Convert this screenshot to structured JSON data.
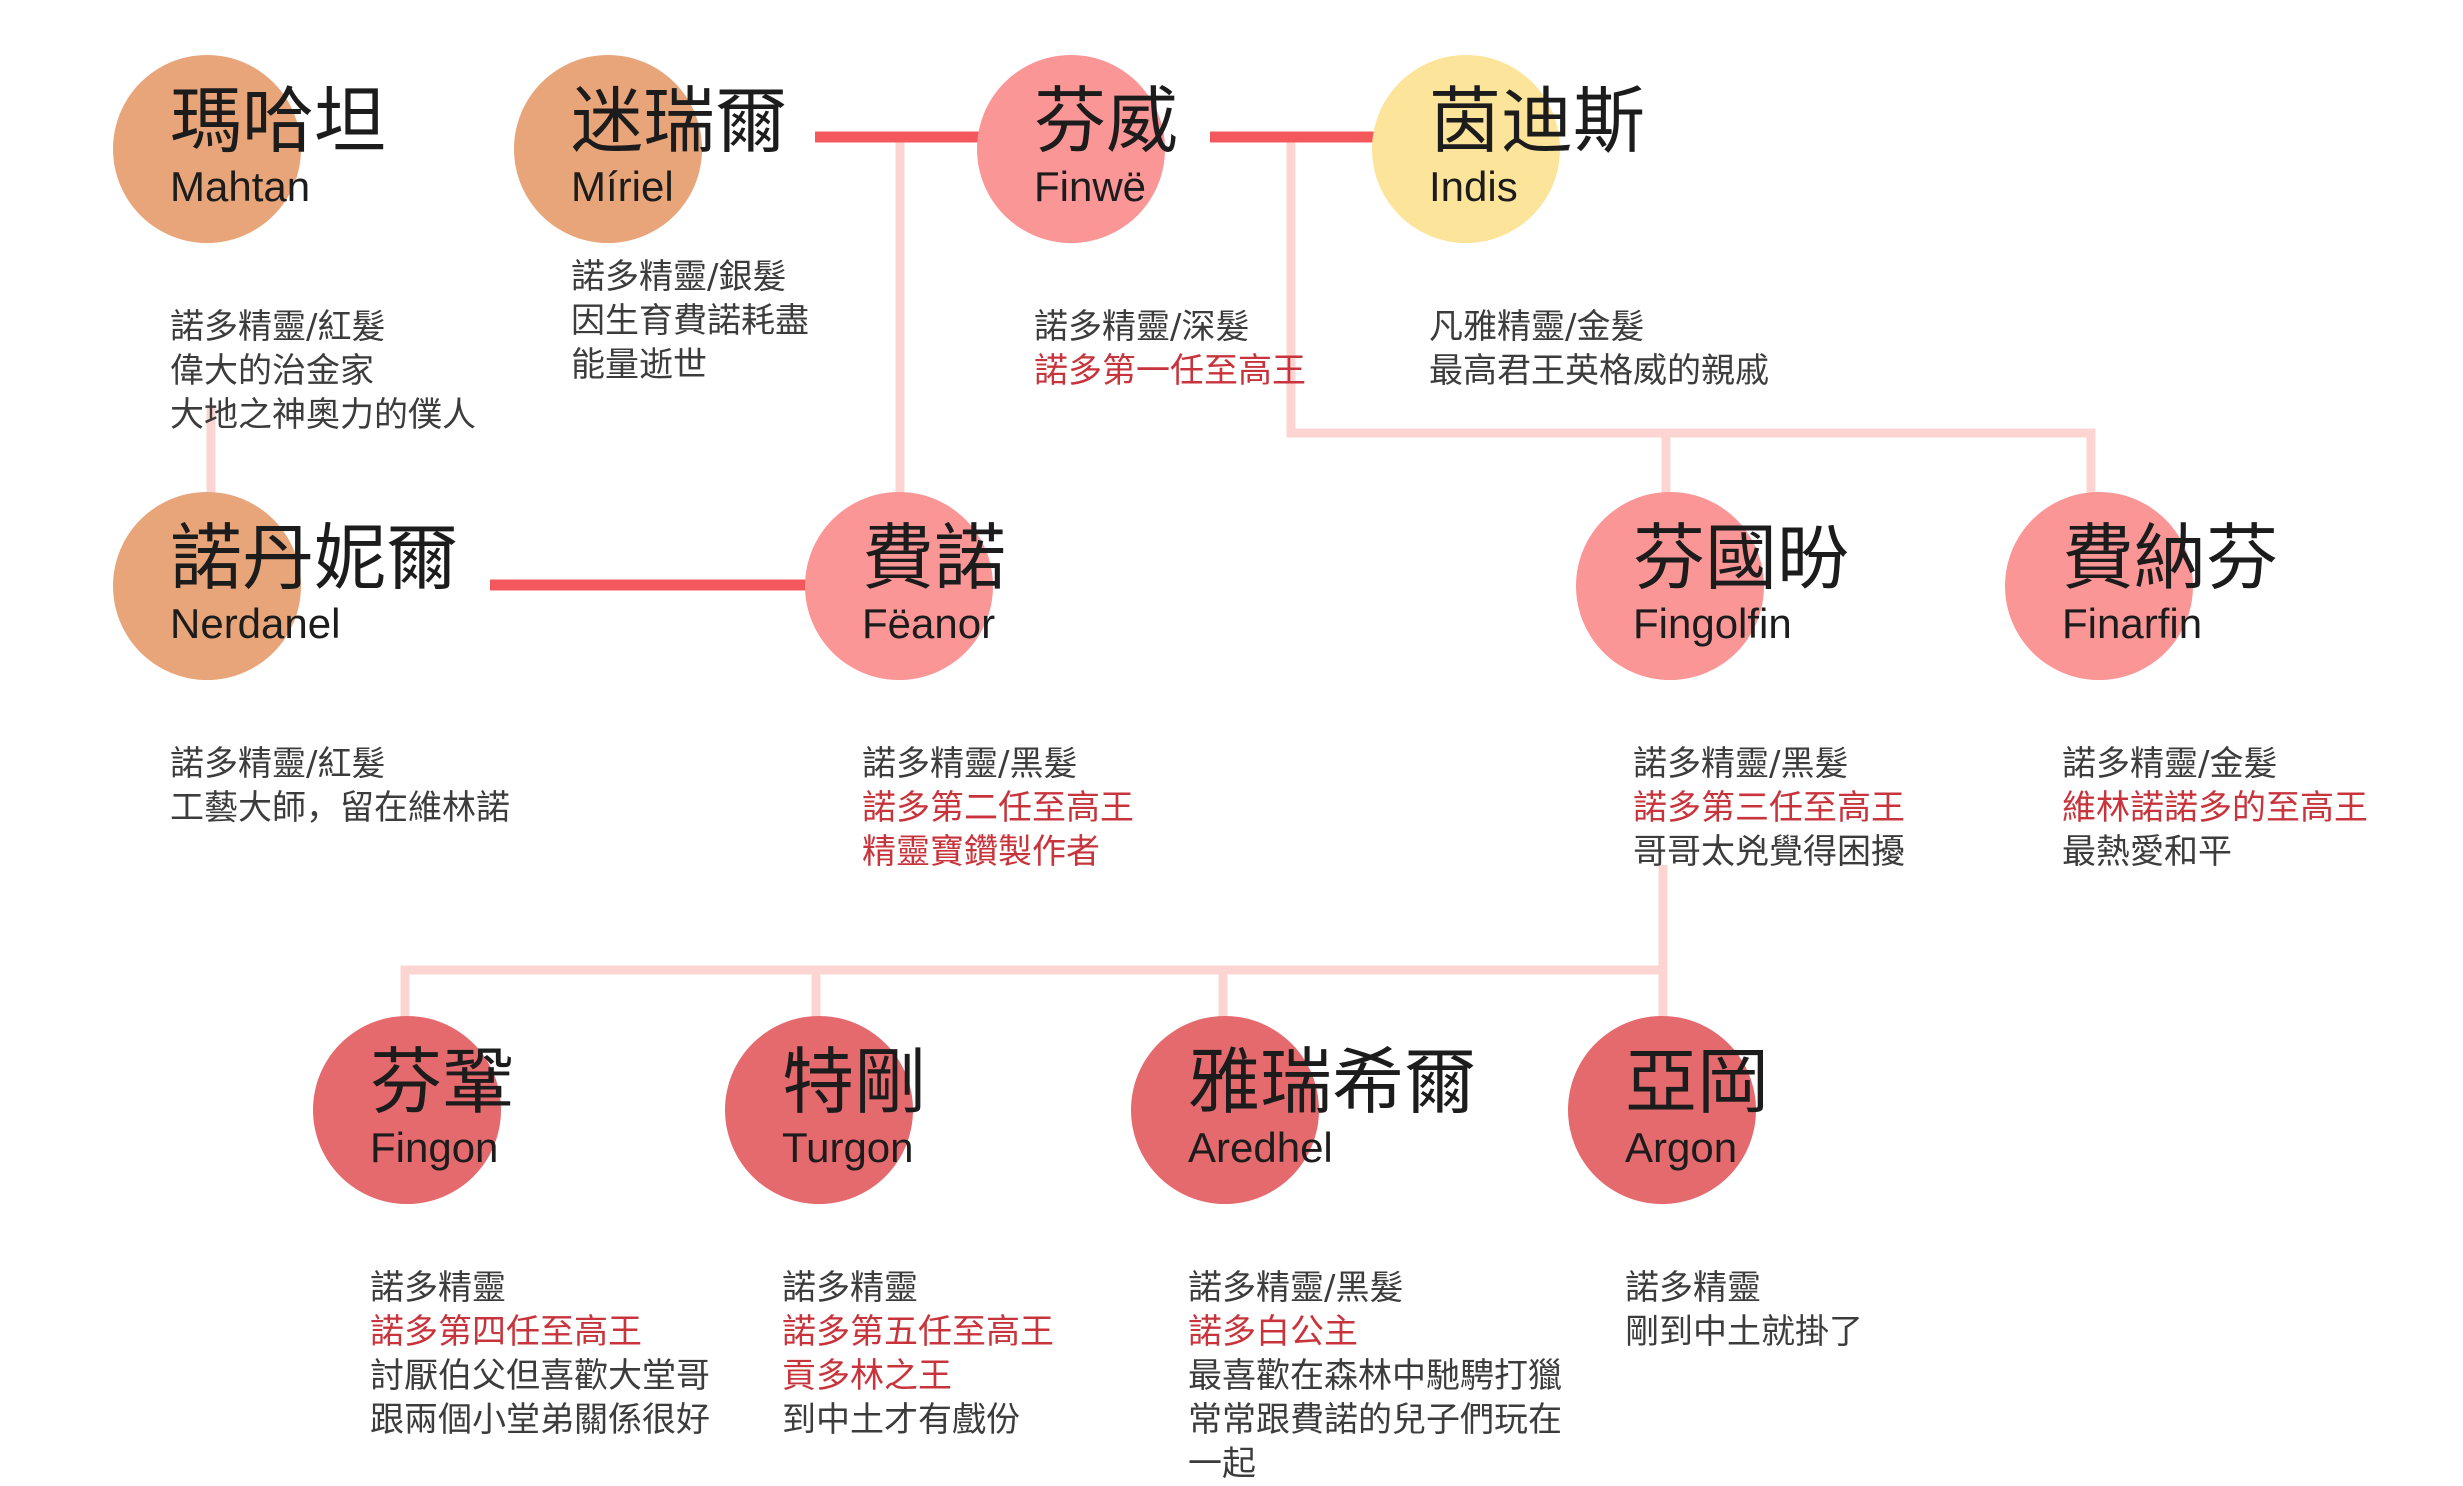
{
  "colors": {
    "marriage_line": "#f4585c",
    "descent_line": "#fcd5d2",
    "circle_mahtan": "#e8a57a",
    "circle_miriel": "#e8a57a",
    "circle_finwe": "#fb9697",
    "circle_indis": "#fde49b",
    "circle_nerdanel": "#e8a57a",
    "circle_feanor": "#fb9697",
    "circle_fingolfin": "#fb9697",
    "circle_finarfin": "#fb9697",
    "circle_children": "#e56a6e",
    "highlight_text": "#c8343c",
    "body_text": "#3c3c3c"
  },
  "people": {
    "mahtan": {
      "name_cn": "瑪哈坦",
      "name_en": "Mahtan",
      "desc": [
        "諾多精靈/紅髮",
        "偉大的治金家",
        "大地之神奧力的僕人"
      ]
    },
    "miriel": {
      "name_cn": "迷瑞爾",
      "name_en": "Míriel",
      "desc": [
        "諾多精靈/銀髮",
        "因生育費諾耗盡",
        "能量逝世"
      ]
    },
    "finwe": {
      "name_cn": "芬威",
      "name_en": "Finwë",
      "desc": [
        "諾多精靈/深髮",
        "諾多第一任至高王"
      ]
    },
    "indis": {
      "name_cn": "茵迪斯",
      "name_en": "Indis",
      "desc": [
        "凡雅精靈/金髮",
        "最高君王英格威的親戚"
      ]
    },
    "nerdanel": {
      "name_cn": "諾丹妮爾",
      "name_en": "Nerdanel",
      "desc": [
        "諾多精靈/紅髮",
        "工藝大師，留在維林諾"
      ]
    },
    "feanor": {
      "name_cn": "費諾",
      "name_en": "Fëanor",
      "desc": [
        "諾多精靈/黑髮",
        "諾多第二任至高王",
        "精靈寶鑽製作者"
      ]
    },
    "fingolfin": {
      "name_cn": "芬國昐",
      "name_en": "Fingolfin",
      "desc": [
        "諾多精靈/黑髮",
        "諾多第三任至高王",
        "哥哥太兇覺得困擾"
      ]
    },
    "finarfin": {
      "name_cn": "費納芬",
      "name_en": "Finarfin",
      "desc": [
        "諾多精靈/金髮",
        "維林諾諾多的至高王",
        "最熱愛和平"
      ]
    },
    "fingon": {
      "name_cn": "芬鞏",
      "name_en": "Fingon",
      "desc": [
        "諾多精靈",
        "諾多第四任至高王",
        "討厭伯父但喜歡大堂哥",
        "跟兩個小堂弟關係很好"
      ]
    },
    "turgon": {
      "name_cn": "特剛",
      "name_en": "Turgon",
      "desc": [
        "諾多精靈",
        "諾多第五任至高王",
        "貢多林之王",
        "到中土才有戲份"
      ]
    },
    "aredhel": {
      "name_cn": "雅瑞希爾",
      "name_en": "Aredhel",
      "desc": [
        "諾多精靈/黑髮",
        "諾多白公主",
        "最喜歡在森林中馳騁打獵",
        "常常跟費諾的兒子們玩在",
        "一起"
      ]
    },
    "argon": {
      "name_cn": "亞岡",
      "name_en": "Argon",
      "desc": [
        "諾多精靈",
        "剛到中土就掛了"
      ]
    }
  }
}
